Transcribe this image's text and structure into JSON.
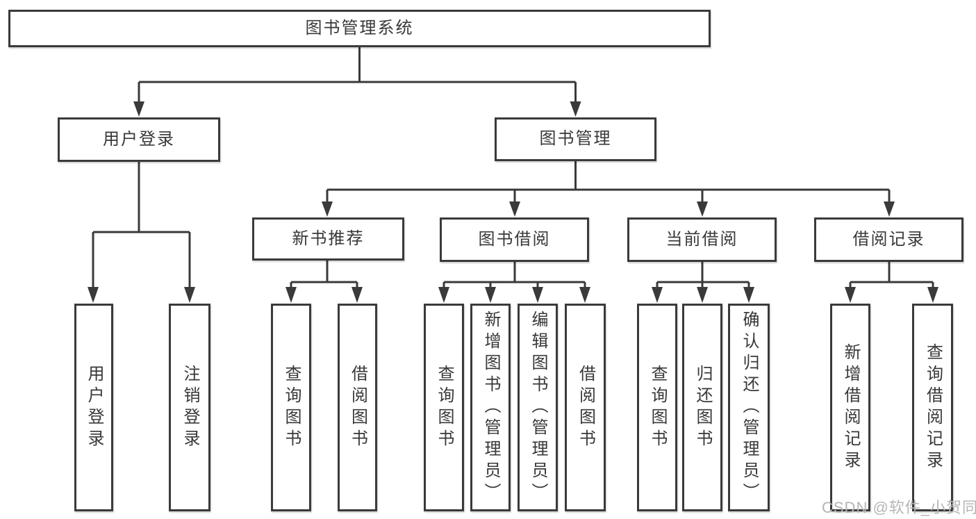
{
  "watermark": "CSDN @软件_小贺同学",
  "colors": {
    "line": "#3a3a3a",
    "text": "#383838",
    "box_background": "#ffffff",
    "watermark": "#b5b5b5"
  },
  "nodes": {
    "root": "图书管理系统",
    "user_login": "用户登录",
    "book_management": "图书管理",
    "new_book_recommend": "新书推荐",
    "book_borrow": "图书借阅",
    "current_borrow": "当前借阅",
    "borrow_records": "借阅记录",
    "leaf_user_login": "用户登录",
    "leaf_logout": "注销登录",
    "recommend_query_books": "查询图书",
    "recommend_borrow_books": "借阅图书",
    "borrow_query_books": "查询图书",
    "borrow_add_books": "新增图书（管理员）",
    "borrow_edit_books": "编辑图书（管理员）",
    "borrow_borrow_books": "借阅图书",
    "current_query_books": "查询图书",
    "current_return_books": "归还图书",
    "current_confirm_return": "确认归还（管理员）",
    "records_add_record": "新增借阅记录",
    "records_query_record": "查询借阅记录"
  }
}
